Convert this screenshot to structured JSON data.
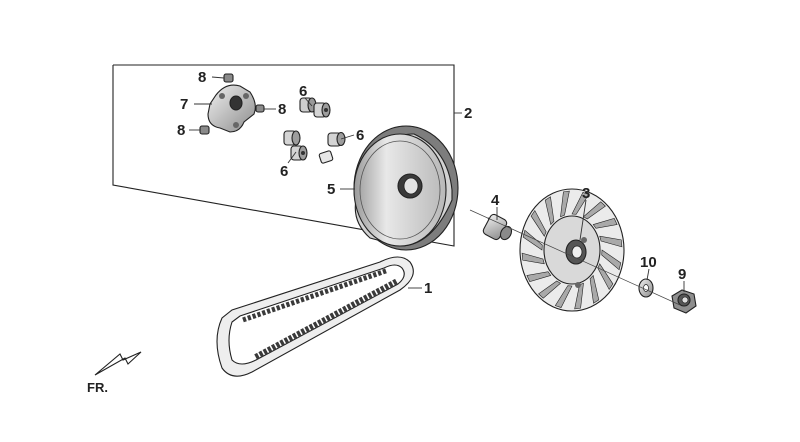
{
  "diagram": {
    "callouts": [
      "1",
      "2",
      "3",
      "4",
      "5",
      "6",
      "6",
      "6",
      "7",
      "8",
      "8",
      "8",
      "9",
      "10"
    ],
    "direction_label": "FR."
  },
  "colors": {
    "ink": "#222222",
    "light_gray": "#d9d9d9",
    "mid_gray": "#a9a9a9",
    "dark_gray": "#555555",
    "background": "#ffffff"
  }
}
